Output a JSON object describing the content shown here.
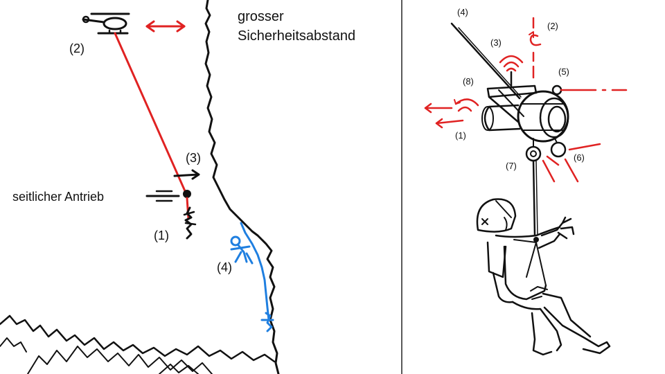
{
  "left_panel": {
    "label_safety_distance_line1": "grosser",
    "label_safety_distance_line2": "Sicherheitsabstand",
    "label_lateral_drive": "seitlicher Antrieb",
    "marker_1": "(1)",
    "marker_2": "(2)",
    "marker_3": "(3)",
    "marker_4": "(4)"
  },
  "right_panel": {
    "marker_1": "(1)",
    "marker_2": "(2)",
    "marker_3": "(3)",
    "marker_4": "(4)",
    "marker_5": "(5)",
    "marker_6": "(6)",
    "marker_7": "(7)",
    "marker_8": "(8)"
  },
  "colors": {
    "rope_and_thrust": "#e02222",
    "climber_and_wall_rope": "#1f7fe0",
    "ink": "#111111"
  },
  "icons": {
    "helicopter": "helicopter-icon",
    "double_arrow": "double-arrow-icon",
    "rescuer": "rescuer-icon",
    "climber": "climber-icon",
    "signal": "signal-icon",
    "rotation": "rotation-arrow-icon",
    "thrust": "thrust-arrows-icon"
  }
}
